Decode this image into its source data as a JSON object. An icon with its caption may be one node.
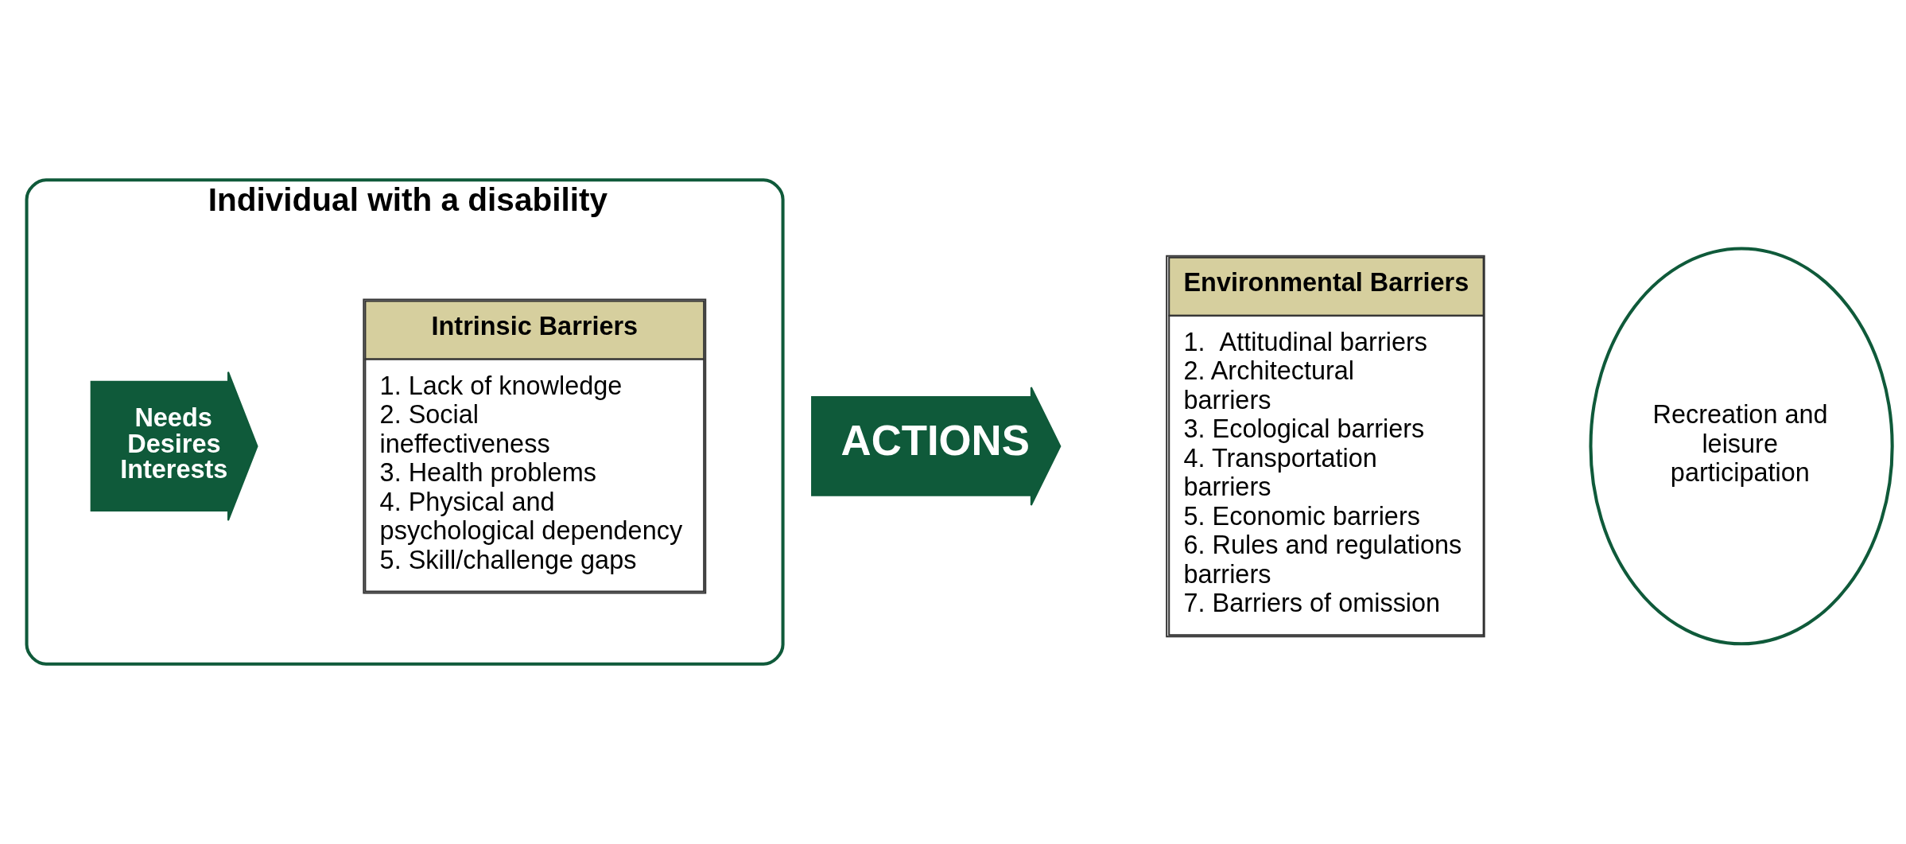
{
  "diagram": {
    "nodes": [
      {
        "text": [
          "Individual with a disability"
        ]
      },
      {
        "text": [
          "Needs",
          "Desires",
          "Interests"
        ],
        "in": 0
      },
      {
        "text": [
          "Intrinsic Barriers",
          "1. Lack of knowledge",
          "2. Social ineffectiveness",
          "3. Health problems",
          "4. Physical and psychological dependency",
          "5. Skill/challenge gaps"
        ],
        "in": 0
      },
      {
        "text": [
          "ACTIONS"
        ]
      },
      {
        "text": [
          "Environmental Barriers",
          "1.  Attitudinal barriers",
          "2. Architectural barriers",
          "3. Ecological barriers",
          "4. Transportation barriers",
          "5. Economic barriers",
          "6. Rules and regulations barriers",
          "7. Barriers of omission"
        ]
      },
      {
        "text": [
          "Recreation and leisure participation"
        ]
      }
    ]
  }
}
